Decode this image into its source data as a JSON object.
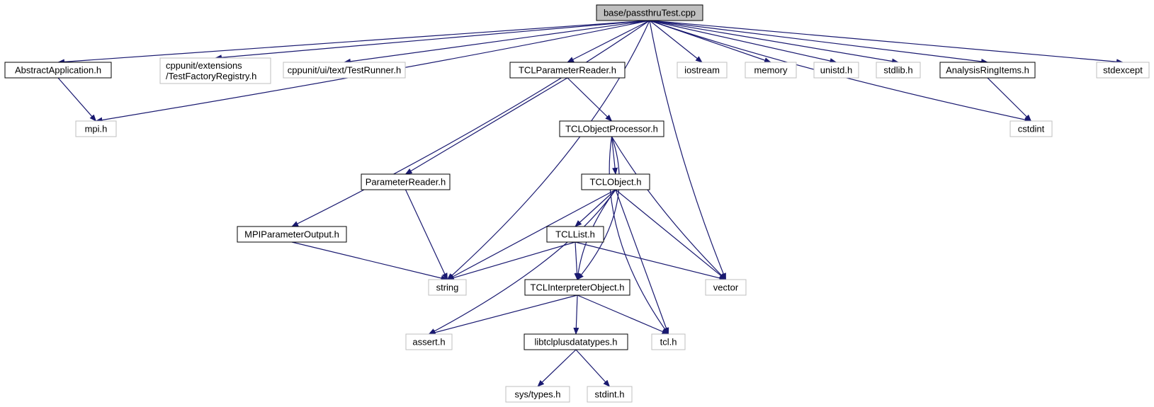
{
  "colors": {
    "root_fill": "#bfbfbf",
    "documented_border": "#000000",
    "undocumented_border": "#bfbfbf",
    "edge": "#191970"
  },
  "nodes": {
    "root": [
      "base/passthruTest.cpp"
    ],
    "abstract_app": [
      "AbstractApplication.h"
    ],
    "cppunit_ext": [
      "cppunit/extensions",
      "/TestFactoryRegistry.h"
    ],
    "cppunit_runner": [
      "cppunit/ui/text/TestRunner.h"
    ],
    "tcl_param_reader": [
      "TCLParameterReader.h"
    ],
    "iostream": [
      "iostream"
    ],
    "memory": [
      "memory"
    ],
    "unistd": [
      "unistd.h"
    ],
    "stdlib": [
      "stdlib.h"
    ],
    "analysis_ring": [
      "AnalysisRingItems.h"
    ],
    "stdexcept": [
      "stdexcept"
    ],
    "mpi": [
      "mpi.h"
    ],
    "tcl_obj_proc": [
      "TCLObjectProcessor.h"
    ],
    "cstdint": [
      "cstdint"
    ],
    "param_reader": [
      "ParameterReader.h"
    ],
    "tcl_object": [
      "TCLObject.h"
    ],
    "mpi_param_out": [
      "MPIParameterOutput.h"
    ],
    "tcl_list": [
      "TCLList.h"
    ],
    "string": [
      "string"
    ],
    "tcl_interp": [
      "TCLInterpreterObject.h"
    ],
    "vector": [
      "vector"
    ],
    "assert": [
      "assert.h"
    ],
    "libtclplus": [
      "libtclplusdatatypes.h"
    ],
    "tcl_h": [
      "tcl.h"
    ],
    "sys_types": [
      "sys/types.h"
    ],
    "stdint": [
      "stdint.h"
    ]
  }
}
